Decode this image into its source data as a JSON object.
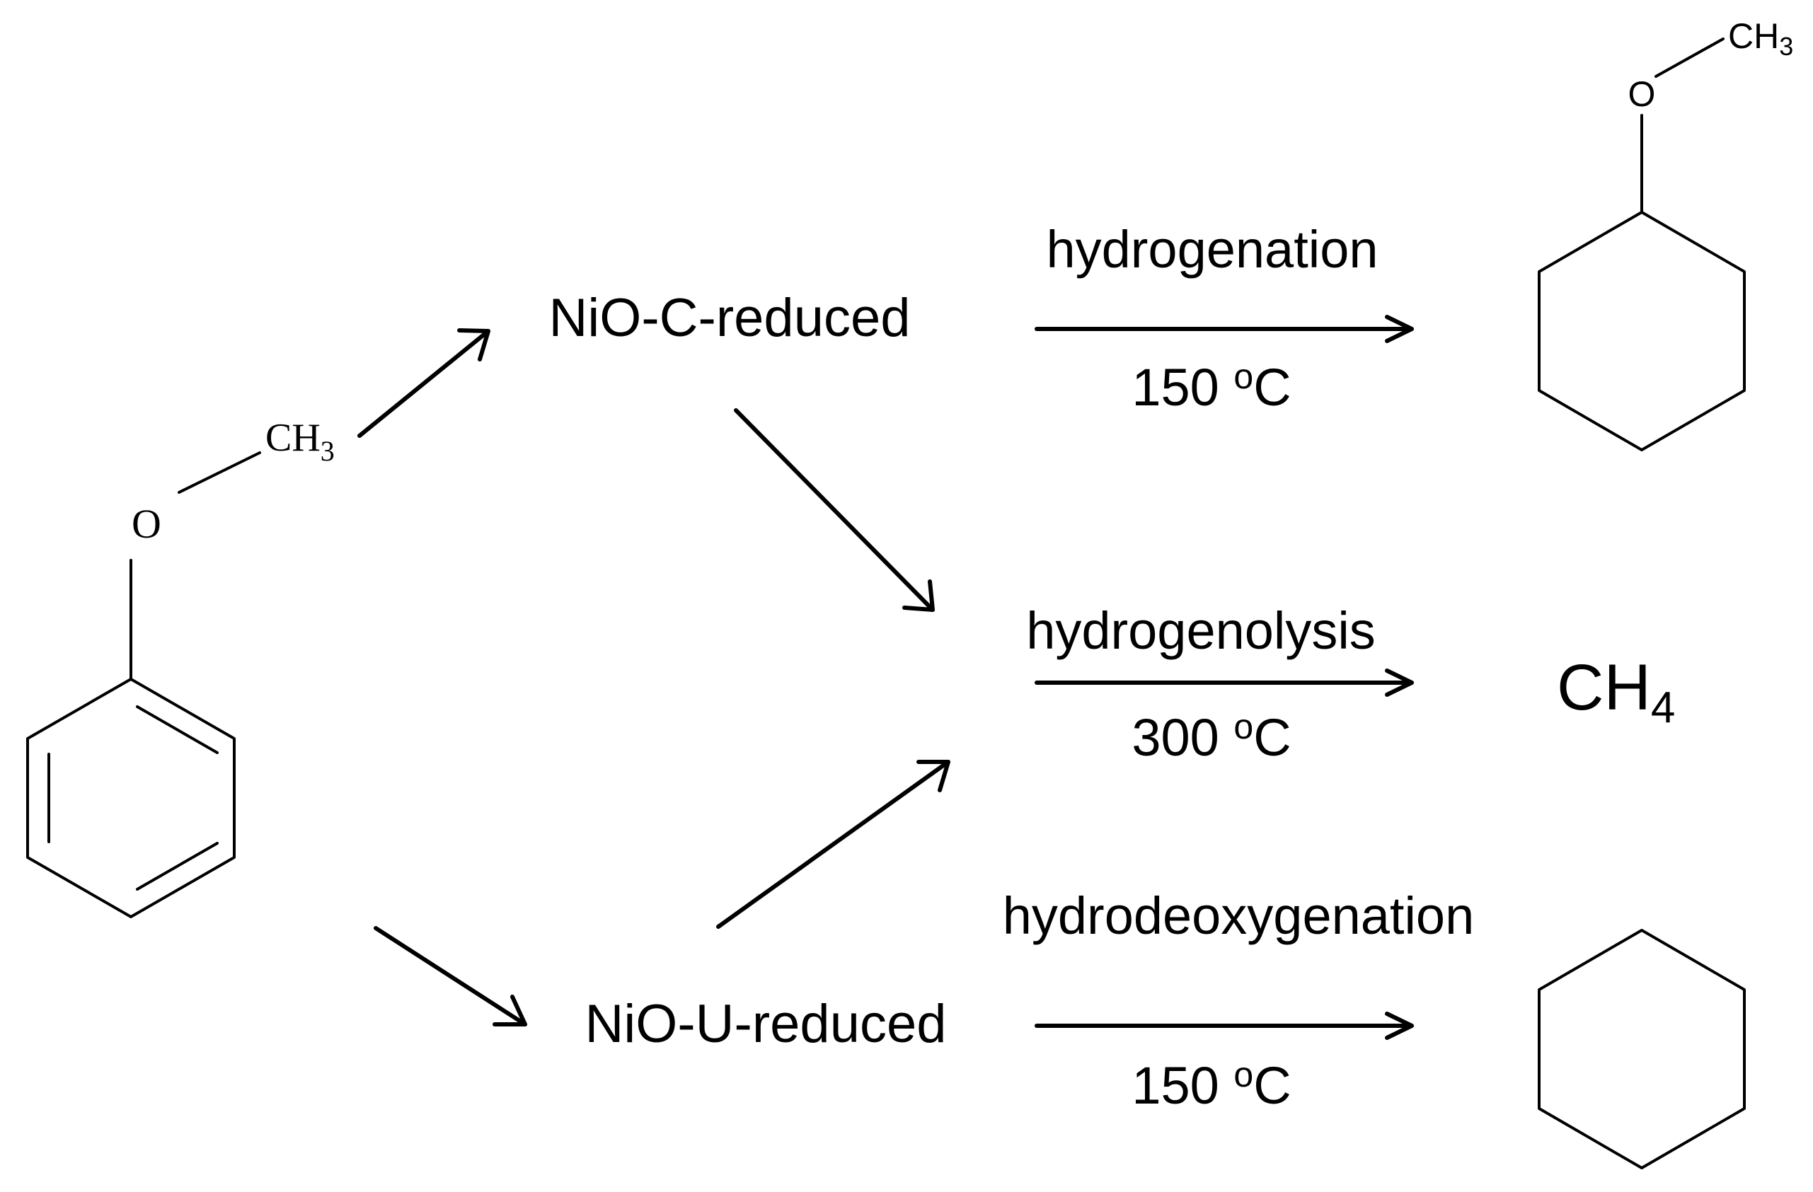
{
  "reactant": {
    "o_label": "O",
    "methyl_main": "CH",
    "methyl_sub": "3"
  },
  "catalysts": {
    "upper": "NiO-C-reduced",
    "lower": "NiO-U-reduced"
  },
  "reactions": {
    "hydrogenation": {
      "name": "hydrogenation",
      "temp_value": "150 ",
      "temp_sup": "o",
      "temp_unit": "C"
    },
    "hydrogenolysis": {
      "name": "hydrogenolysis",
      "temp_value": "300 ",
      "temp_sup": "o",
      "temp_unit": "C"
    },
    "hydrodeoxygenation": {
      "name": "hydrodeoxygenation",
      "temp_value": "150 ",
      "temp_sup": "o",
      "temp_unit": "C"
    }
  },
  "products": {
    "methoxycyclohexane": {
      "o_label": "O",
      "methyl_main": "CH",
      "methyl_sub": "3"
    },
    "methane": {
      "main": "CH",
      "sub": "4"
    }
  }
}
